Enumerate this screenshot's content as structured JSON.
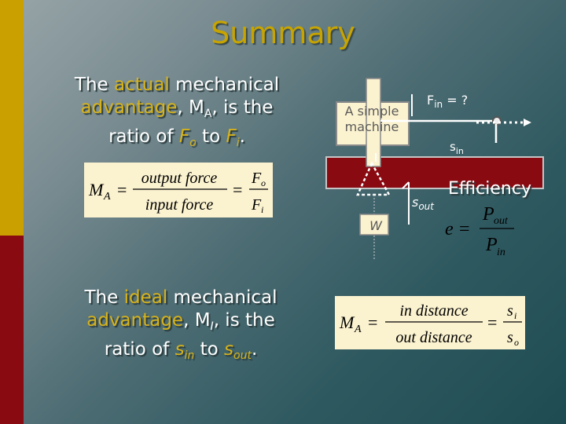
{
  "slide": {
    "title": "Summary",
    "actual": {
      "line1": "The",
      "highlight1": "actual",
      "line1_rest": "mechanical",
      "highlight2": "advantage",
      "line2_mid": ", M",
      "sub_a": "A",
      "line2_end": ", is the",
      "line3_start": "ratio of",
      "fo_var": "F",
      "fo_sub": "o",
      "to_word": "to",
      "fi_var": "F",
      "fi_sub": "i",
      "period": "."
    },
    "ideal": {
      "line1": "The",
      "highlight1": "ideal",
      "line1_rest": "mechanical",
      "highlight2": "advantage",
      "line2_mid": ", M",
      "sub_i": "I",
      "line2_end": ", is the",
      "line3_start": "ratio of",
      "sin_var": "s",
      "sin_sub": "in",
      "to_word": "to",
      "sout_var": "s",
      "sout_sub": "out",
      "period": "."
    },
    "formula_actual": {
      "lhs": "M",
      "lhs_sub": "A",
      "eq1": "=",
      "num": "output force",
      "den": "input force",
      "eq2": "=",
      "num2": "F",
      "num2_sub": "o",
      "den2": "F",
      "den2_sub": "i"
    },
    "formula_ideal": {
      "lhs": "M",
      "lhs_sub": "A",
      "eq1": "=",
      "num": "in distance",
      "den": "out distance",
      "eq2": "=",
      "num2": "s",
      "num2_sub": "i",
      "den2": "s",
      "den2_sub": "o"
    },
    "diagram": {
      "machine_label": "A simple machine",
      "fin_label": "F",
      "fin_sub": "in",
      "fin_rest": " = ?",
      "sin_label": "s",
      "sin_sub": "in",
      "sout_label": "s",
      "sout_sub": "out",
      "weight_label": "W"
    },
    "efficiency": {
      "label": "Efficiency",
      "lhs": "e",
      "eq": "=",
      "num": "P",
      "num_sub": "out",
      "den": "P",
      "den_sub": "in"
    },
    "colors": {
      "gold": "#c9a000",
      "red": "#8a0a12",
      "highlight": "#d7b21a",
      "formula_bg": "#fbf2cf"
    }
  }
}
